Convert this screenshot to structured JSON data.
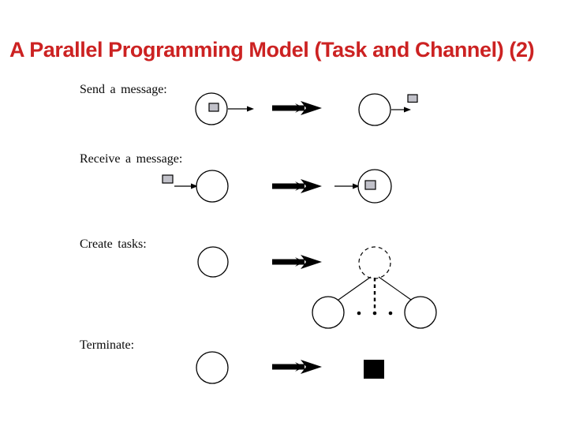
{
  "slide_title": "A Parallel Programming Model (Task and Channel) (2)",
  "rows": [
    {
      "label": "Send a message:"
    },
    {
      "label": "Receive a message:"
    },
    {
      "label": "Create tasks:"
    },
    {
      "label": "Terminate:"
    }
  ],
  "colors": {
    "title_red": "#cc2222",
    "message_square_gray": "#c1c1c9",
    "ink_black": "#000000",
    "background_white": "#ffffff"
  }
}
